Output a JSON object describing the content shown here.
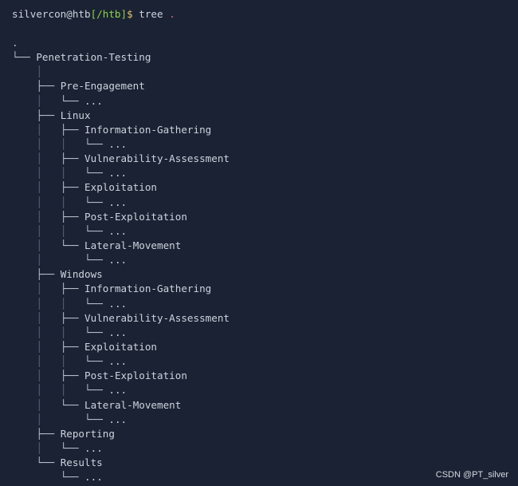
{
  "prompt": {
    "user": "silvercon@htb",
    "path": "[/htb]",
    "symbol": "$",
    "command": "tree",
    "argument": "."
  },
  "tree": [
    {
      "guides": [],
      "branch": ".",
      "label": ""
    },
    {
      "guides": [],
      "branch": "└── ",
      "label": "Penetration-Testing"
    },
    {
      "guides": [
        "    ",
        "│   "
      ],
      "branch": "",
      "label": ""
    },
    {
      "guides": [
        "    "
      ],
      "branch": "├── ",
      "label": "Pre-Engagement"
    },
    {
      "guides": [
        "    ",
        "│   "
      ],
      "branch": "└── ",
      "label": "..."
    },
    {
      "guides": [
        "    "
      ],
      "branch": "├── ",
      "label": "Linux"
    },
    {
      "guides": [
        "    ",
        "│   "
      ],
      "branch": "├── ",
      "label": "Information-Gathering"
    },
    {
      "guides": [
        "    ",
        "│   ",
        "│   "
      ],
      "branch": "└── ",
      "label": "..."
    },
    {
      "guides": [
        "    ",
        "│   "
      ],
      "branch": "├── ",
      "label": "Vulnerability-Assessment"
    },
    {
      "guides": [
        "    ",
        "│   ",
        "│   "
      ],
      "branch": "└── ",
      "label": "..."
    },
    {
      "guides": [
        "    ",
        "│   "
      ],
      "branch": "├── ",
      "label": "Exploitation"
    },
    {
      "guides": [
        "    ",
        "│   ",
        "│   "
      ],
      "branch": "└── ",
      "label": "..."
    },
    {
      "guides": [
        "    ",
        "│   "
      ],
      "branch": "├── ",
      "label": "Post-Exploitation"
    },
    {
      "guides": [
        "    ",
        "│   ",
        "│   "
      ],
      "branch": "└── ",
      "label": "..."
    },
    {
      "guides": [
        "    ",
        "│   "
      ],
      "branch": "└── ",
      "label": "Lateral-Movement"
    },
    {
      "guides": [
        "    ",
        "│   ",
        "    "
      ],
      "branch": "└── ",
      "label": "..."
    },
    {
      "guides": [
        "    "
      ],
      "branch": "├── ",
      "label": "Windows"
    },
    {
      "guides": [
        "    ",
        "│   "
      ],
      "branch": "├── ",
      "label": "Information-Gathering"
    },
    {
      "guides": [
        "    ",
        "│   ",
        "│   "
      ],
      "branch": "└── ",
      "label": "..."
    },
    {
      "guides": [
        "    ",
        "│   "
      ],
      "branch": "├── ",
      "label": "Vulnerability-Assessment"
    },
    {
      "guides": [
        "    ",
        "│   ",
        "│   "
      ],
      "branch": "└── ",
      "label": "..."
    },
    {
      "guides": [
        "    ",
        "│   "
      ],
      "branch": "├── ",
      "label": "Exploitation"
    },
    {
      "guides": [
        "    ",
        "│   ",
        "│   "
      ],
      "branch": "└── ",
      "label": "..."
    },
    {
      "guides": [
        "    ",
        "│   "
      ],
      "branch": "├── ",
      "label": "Post-Exploitation"
    },
    {
      "guides": [
        "    ",
        "│   ",
        "│   "
      ],
      "branch": "└── ",
      "label": "..."
    },
    {
      "guides": [
        "    ",
        "│   "
      ],
      "branch": "└── ",
      "label": "Lateral-Movement"
    },
    {
      "guides": [
        "    ",
        "│   ",
        "    "
      ],
      "branch": "└── ",
      "label": "..."
    },
    {
      "guides": [
        "    "
      ],
      "branch": "├── ",
      "label": "Reporting"
    },
    {
      "guides": [
        "    ",
        "│   "
      ],
      "branch": "└── ",
      "label": "..."
    },
    {
      "guides": [
        "    "
      ],
      "branch": "└── ",
      "label": "Results"
    },
    {
      "guides": [
        "    ",
        "    "
      ],
      "branch": "└── ",
      "label": "..."
    }
  ],
  "watermark": "CSDN @PT_silver"
}
